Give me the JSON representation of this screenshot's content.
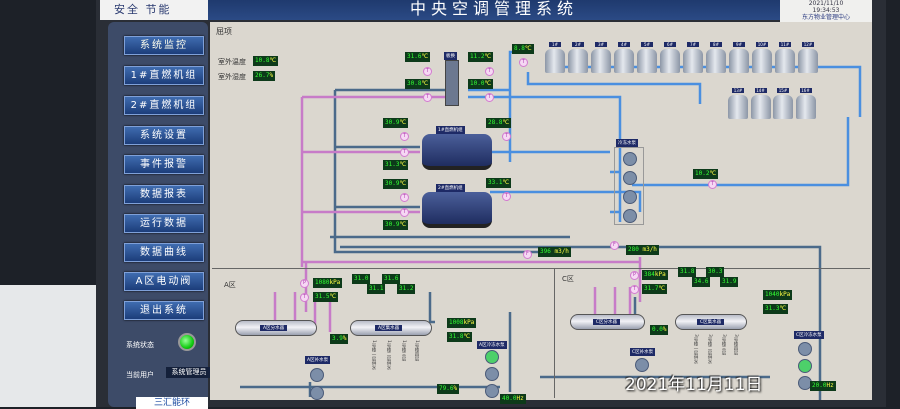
{
  "header": {
    "slogan": "安全  节能",
    "title": "中央空调管理系统",
    "date": "2021/11/10",
    "time": "19:34:53",
    "org": "东方物业管理中心"
  },
  "sidebar": {
    "items": [
      {
        "label": "系统监控"
      },
      {
        "label": "1#直燃机组"
      },
      {
        "label": "2#直燃机组"
      },
      {
        "label": "系统设置"
      },
      {
        "label": "事件报警"
      },
      {
        "label": "数据报表"
      },
      {
        "label": "运行数据"
      },
      {
        "label": "数据曲线"
      },
      {
        "label": "A区电动阀"
      },
      {
        "label": "退出系统"
      }
    ],
    "status_label": "系统状态",
    "user_label": "当前用户",
    "user": "系统管理员",
    "logo": "三汇能环"
  },
  "main": {
    "section": "屈项",
    "outdoor": {
      "temp_label": "室外温度",
      "temp": "10.8",
      "humid_label": "室外湿度",
      "humid": "26.7"
    },
    "units": {
      "c": "℃",
      "pct": "%",
      "kpa": "kPa",
      "flow": "m3/h",
      "hz": "Hz"
    },
    "plate": {
      "label": "板换",
      "in_hot": "31.6",
      "out_cold": "11.2",
      "out_hot": "30.8",
      "in_cold": "10.0"
    },
    "tower_temp": "8.8",
    "chiller1": {
      "label": "1#直燃机组",
      "in": "30.9",
      "out": "28.8",
      "bottom": "31.3"
    },
    "chiller2": {
      "label": "2#直燃机组",
      "in": "30.9",
      "out": "33.1",
      "bottom": "30.9"
    },
    "chw_pump_label": "冷冻水泵",
    "supply_temp": "10.2",
    "flow1": "396",
    "flow2": "280",
    "towers": [
      "1#",
      "2#",
      "3#",
      "4#",
      "5#",
      "6#",
      "7#",
      "8#",
      "9#",
      "10#",
      "11#",
      "12#",
      "13#",
      "14#",
      "15#",
      "16#"
    ],
    "zone_a": {
      "label": "A区",
      "p1": "1080",
      "t1": "31.5",
      "temps": [
        "31.0",
        "31.1",
        "31.6",
        "31.2"
      ],
      "p2": "1008",
      "t2": "31.8",
      "valve1": "3.9",
      "valve2": "79.6",
      "freq": "40.0",
      "dist": "A区分水器",
      "coll": "A区集水器",
      "makeup": "A区补水泵",
      "pump": "A区冷冻水泵",
      "branches": [
        "1号楼一层供水",
        "1号楼二层供水",
        "1号楼三层",
        "1号楼四层"
      ]
    },
    "zone_c": {
      "label": "C区",
      "p1": "384",
      "t1": "31.7",
      "temps": [
        "31.8",
        "34.6",
        "30.3",
        "31.9"
      ],
      "p2": "1040",
      "t2": "31.3",
      "valve1": "0.0",
      "freq": "20.0",
      "dist": "C区分水器",
      "coll": "C区集水器",
      "makeup": "C区补水泵",
      "pump": "C区冷冻水泵",
      "branches": [
        "3号楼一层供水",
        "3号楼二层供水",
        "3号楼三层",
        "3号楼四层"
      ]
    }
  },
  "photo_stamp": "2021年11月11日"
}
